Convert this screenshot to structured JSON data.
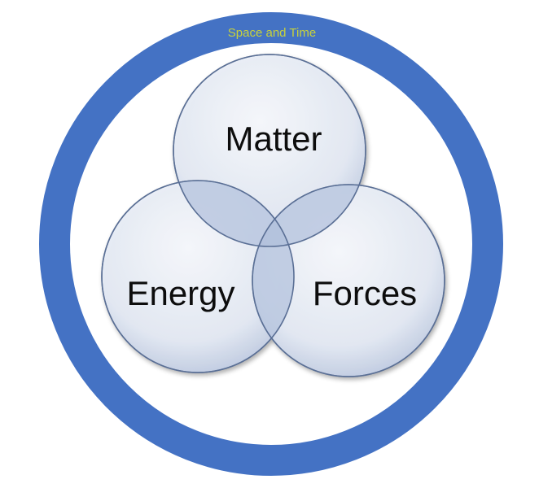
{
  "outer_ring": {
    "label": "Space and Time",
    "ring_color": "#4472c4",
    "label_color": "#c8d23a"
  },
  "circles": [
    {
      "label": "Matter"
    },
    {
      "label": "Energy"
    },
    {
      "label": "Forces"
    }
  ],
  "colors": {
    "circle_fill_center": "#f3f6fb",
    "circle_fill_edge": "#c9d4e8",
    "circle_stroke": "#5a6f95",
    "overlap_fill": "#a9b8d6"
  }
}
